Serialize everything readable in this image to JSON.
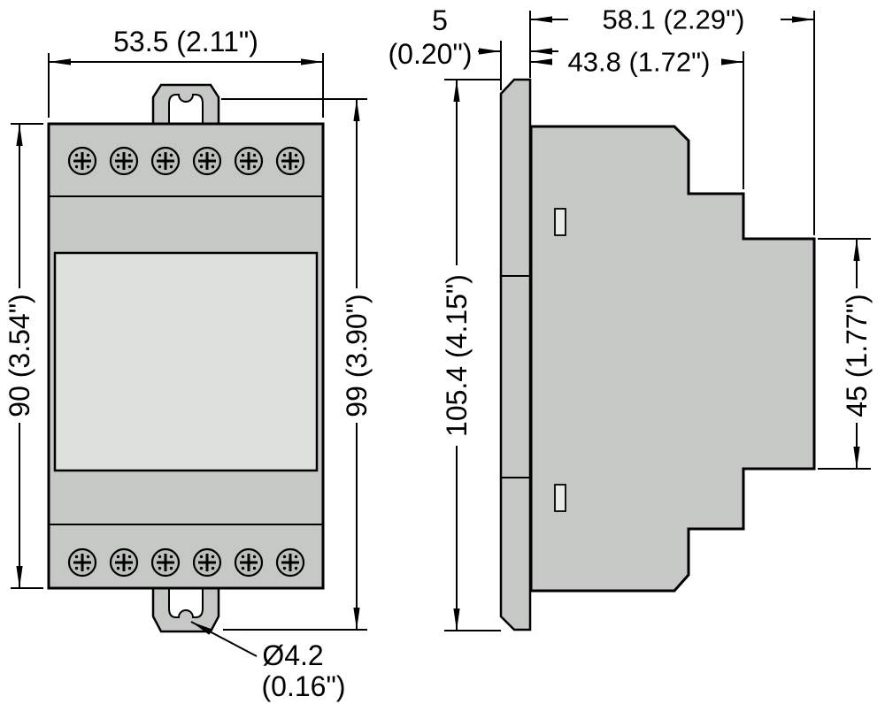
{
  "colors": {
    "background": "#ffffff",
    "line": "#000000",
    "body_fill": "#c6c8c6",
    "panel_fill": "#dee0de",
    "screw_fill": "#bcbfbc",
    "slot_fill": "#e9ebe9",
    "cutout_fill": "#ffffff"
  },
  "dims": {
    "front_width": "53.5 (2.11\")",
    "front_height_body": "90 (3.54\")",
    "front_height_total": "99 (3.90\")",
    "hole_diameter_line1": "Ø4.2",
    "hole_diameter_line2": "(0.16\")",
    "clip_offset_line1": "5",
    "clip_offset_line2": "(0.20\")",
    "side_depth_total": "58.1 (2.29\")",
    "side_depth_body": "43.8 (1.72\")",
    "side_height_total": "105.4 (4.15\")",
    "side_front_height": "45 (1.77\")"
  }
}
